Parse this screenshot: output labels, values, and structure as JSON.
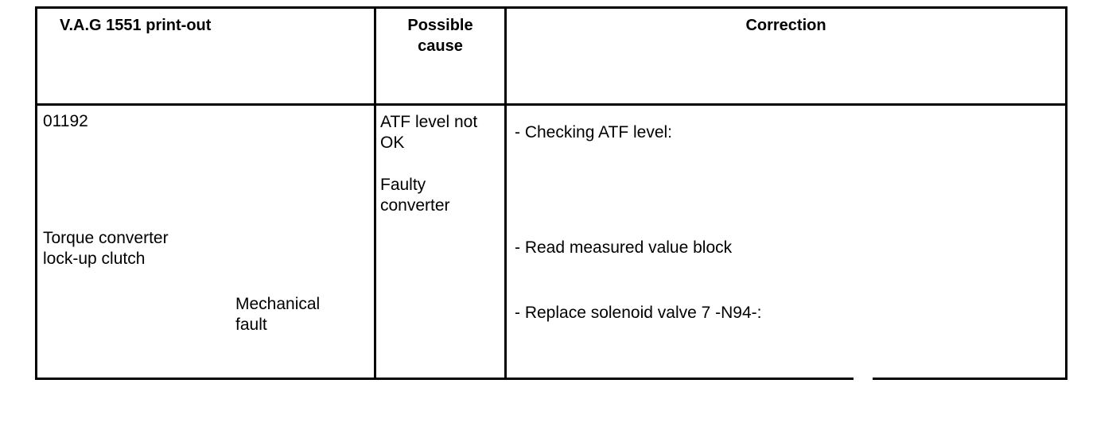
{
  "table": {
    "headers": {
      "printout": "V.A.G 1551 print-out",
      "cause_line1": "Possible",
      "cause_line2": "cause",
      "correction": "Correction"
    },
    "row": {
      "fault_code": "01192",
      "component_line1": "Torque converter",
      "component_line2": "lock-up clutch",
      "fault_type_line1": "Mechanical",
      "fault_type_line2": "fault",
      "causes": [
        {
          "line1": "ATF level not",
          "line2": "OK"
        },
        {
          "line1": "Faulty",
          "line2": "converter"
        }
      ],
      "corrections": [
        "- Checking ATF level:",
        "- Read measured value block",
        "- Replace solenoid valve 7 -N94-:"
      ]
    }
  }
}
